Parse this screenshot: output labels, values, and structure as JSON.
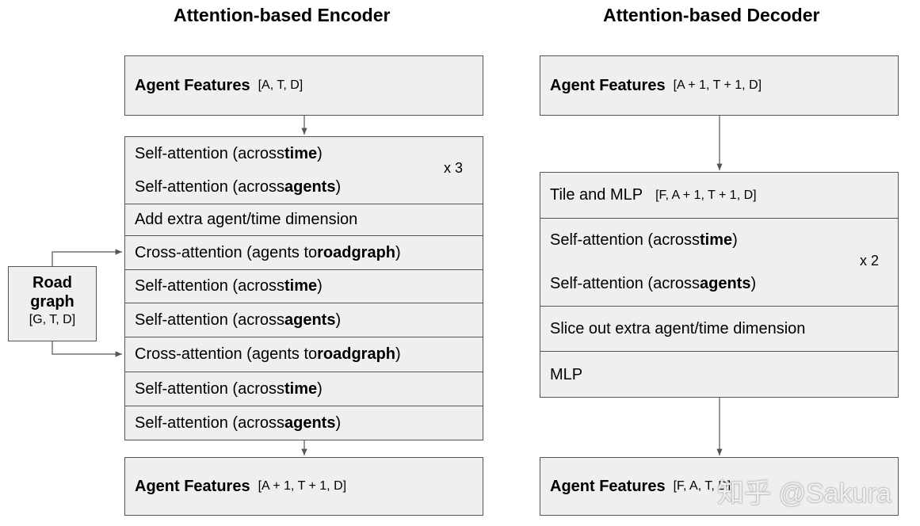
{
  "encoder": {
    "title": "Attention-based Encoder",
    "input": {
      "label": "Agent Features",
      "dims": "[A, T, D]"
    },
    "rows": [
      {
        "pre": "Self-attention (across ",
        "bold": "time",
        "post": ")"
      },
      {
        "pre": "Self-attention (across ",
        "bold": "agents",
        "post": ")"
      },
      {
        "pre": "Add extra agent/time dimension",
        "bold": "",
        "post": ""
      },
      {
        "pre": "Cross-attention (agents to ",
        "bold": "roadgraph",
        "post": ")"
      },
      {
        "pre": "Self-attention (across ",
        "bold": "time",
        "post": ")"
      },
      {
        "pre": "Self-attention (across ",
        "bold": "agents",
        "post": ")"
      },
      {
        "pre": "Cross-attention (agents to ",
        "bold": "roadgraph",
        "post": ")"
      },
      {
        "pre": "Self-attention (across ",
        "bold": "time",
        "post": ")"
      },
      {
        "pre": "Self-attention (across ",
        "bold": "agents",
        "post": ")"
      }
    ],
    "repeat": "x 3",
    "output": {
      "label": "Agent Features",
      "dims": "[A + 1, T + 1, D]"
    }
  },
  "roadgraph": {
    "title_line1": "Road",
    "title_line2": "graph",
    "dims": "[G, T, D]"
  },
  "decoder": {
    "title": "Attention-based Decoder",
    "input": {
      "label": "Agent Features",
      "dims": "[A + 1, T + 1, D]"
    },
    "tile": {
      "label": "Tile and MLP",
      "dims": "[F, A + 1, T + 1, D]"
    },
    "rows": [
      {
        "pre": "Self-attention (across ",
        "bold": "time",
        "post": ")"
      },
      {
        "pre": "Self-attention (across ",
        "bold": "agents",
        "post": ")"
      },
      {
        "pre": "Slice out extra agent/time dimension",
        "bold": "",
        "post": ""
      },
      {
        "pre": "MLP",
        "bold": "",
        "post": ""
      }
    ],
    "repeat": "x 2",
    "output": {
      "label": "Agent Features",
      "dims": "[F, A, T, D]"
    }
  },
  "watermark": "知乎 @Sakura"
}
